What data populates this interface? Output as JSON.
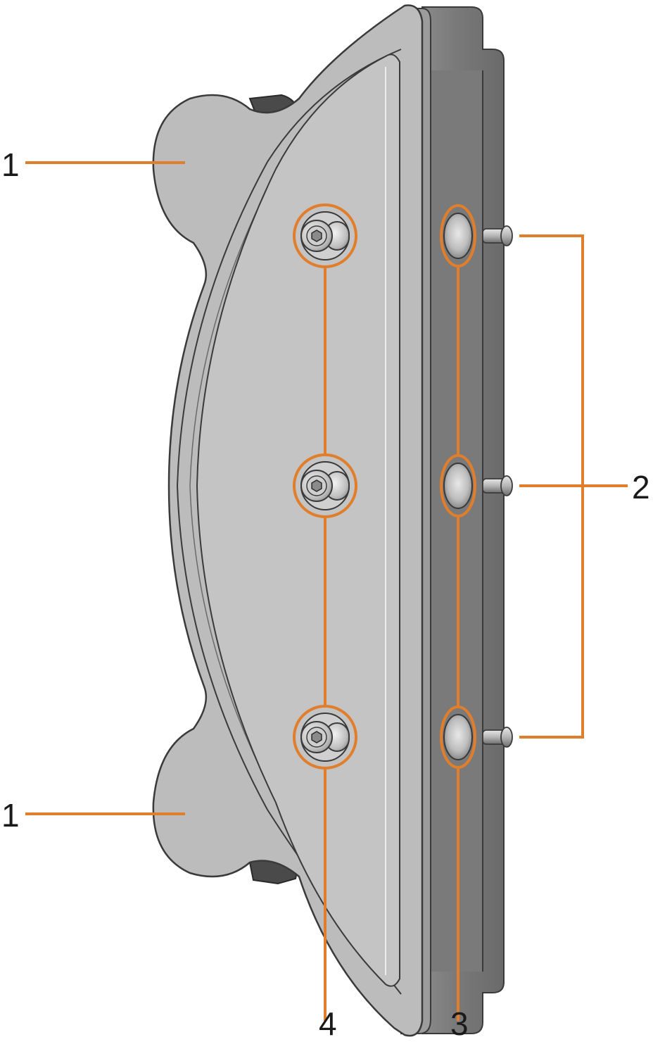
{
  "colors": {
    "callout": "#e07e2c",
    "outline": "#3a3a3a",
    "plate_light": "#c4c4c4",
    "plate_mid": "#a8a8a8",
    "plate_dark": "#7a7a7a",
    "frame_dark": "#6f6f6f",
    "bolt_light": "#e6e6e6",
    "bolt_dark": "#555555"
  },
  "callouts": {
    "lobe_top": "1",
    "lobe_bottom": "1",
    "pins": "2",
    "side_holes": "3",
    "screws": "4"
  },
  "parts": {
    "screws": [
      "screw-top",
      "screw-middle",
      "screw-bottom"
    ],
    "side_holes": [
      "hole-top",
      "hole-middle",
      "hole-bottom"
    ],
    "pins": [
      "pin-top",
      "pin-middle",
      "pin-bottom"
    ]
  }
}
